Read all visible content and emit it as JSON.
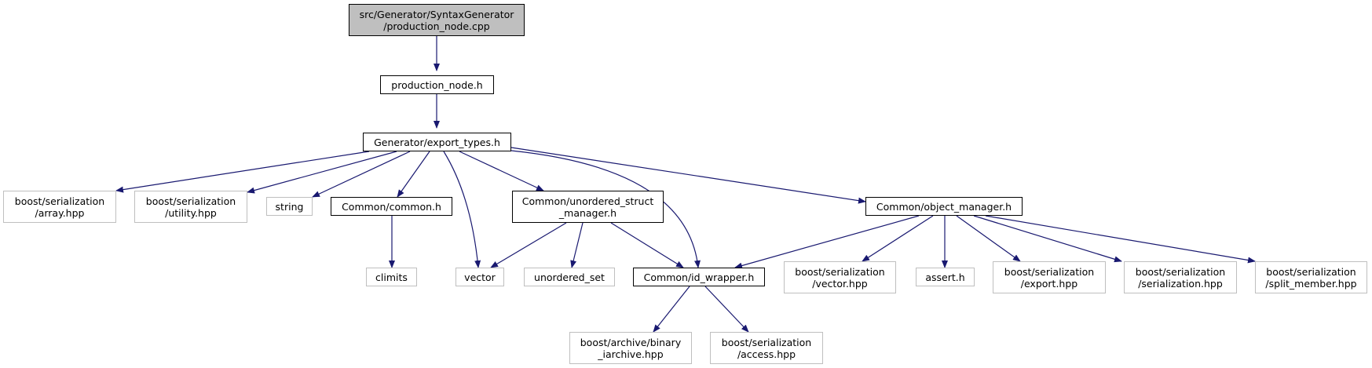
{
  "graph": {
    "colors": {
      "edge": "#191970",
      "root_fill": "#bfbfbf",
      "local_border": "#000000",
      "system_border": "#bfbfbf"
    },
    "nodes": [
      {
        "id": "n0",
        "label": "src/Generator/SyntaxGenerator\n/production_node.cpp",
        "kind": "root"
      },
      {
        "id": "n1",
        "label": "production_node.h",
        "kind": "local"
      },
      {
        "id": "n2",
        "label": "Generator/export_types.h",
        "kind": "local"
      },
      {
        "id": "n3",
        "label": "boost/serialization\n/array.hpp",
        "kind": "system"
      },
      {
        "id": "n4",
        "label": "boost/serialization\n/utility.hpp",
        "kind": "system"
      },
      {
        "id": "n5",
        "label": "string",
        "kind": "system"
      },
      {
        "id": "n6",
        "label": "Common/common.h",
        "kind": "local"
      },
      {
        "id": "n7",
        "label": "Common/unordered_struct\n_manager.h",
        "kind": "local"
      },
      {
        "id": "n8",
        "label": "Common/object_manager.h",
        "kind": "local"
      },
      {
        "id": "n9",
        "label": "climits",
        "kind": "system"
      },
      {
        "id": "n10",
        "label": "vector",
        "kind": "system"
      },
      {
        "id": "n11",
        "label": "unordered_set",
        "kind": "system"
      },
      {
        "id": "n12",
        "label": "Common/id_wrapper.h",
        "kind": "local"
      },
      {
        "id": "n13",
        "label": "boost/serialization\n/vector.hpp",
        "kind": "system"
      },
      {
        "id": "n14",
        "label": "assert.h",
        "kind": "system"
      },
      {
        "id": "n15",
        "label": "boost/serialization\n/export.hpp",
        "kind": "system"
      },
      {
        "id": "n16",
        "label": "boost/serialization\n/serialization.hpp",
        "kind": "system"
      },
      {
        "id": "n17",
        "label": "boost/serialization\n/split_member.hpp",
        "kind": "system"
      },
      {
        "id": "n18",
        "label": "boost/archive/binary\n_iarchive.hpp",
        "kind": "system"
      },
      {
        "id": "n19",
        "label": "boost/serialization\n/access.hpp",
        "kind": "system"
      }
    ],
    "edges": [
      {
        "from": "n0",
        "to": "n1"
      },
      {
        "from": "n1",
        "to": "n2"
      },
      {
        "from": "n2",
        "to": "n3"
      },
      {
        "from": "n2",
        "to": "n4"
      },
      {
        "from": "n2",
        "to": "n5"
      },
      {
        "from": "n2",
        "to": "n6"
      },
      {
        "from": "n2",
        "to": "n10"
      },
      {
        "from": "n2",
        "to": "n7"
      },
      {
        "from": "n2",
        "to": "n12"
      },
      {
        "from": "n2",
        "to": "n8"
      },
      {
        "from": "n6",
        "to": "n9"
      },
      {
        "from": "n7",
        "to": "n10"
      },
      {
        "from": "n7",
        "to": "n11"
      },
      {
        "from": "n7",
        "to": "n12"
      },
      {
        "from": "n8",
        "to": "n12"
      },
      {
        "from": "n8",
        "to": "n13"
      },
      {
        "from": "n8",
        "to": "n14"
      },
      {
        "from": "n8",
        "to": "n15"
      },
      {
        "from": "n8",
        "to": "n16"
      },
      {
        "from": "n8",
        "to": "n17"
      },
      {
        "from": "n12",
        "to": "n18"
      },
      {
        "from": "n12",
        "to": "n19"
      }
    ]
  }
}
